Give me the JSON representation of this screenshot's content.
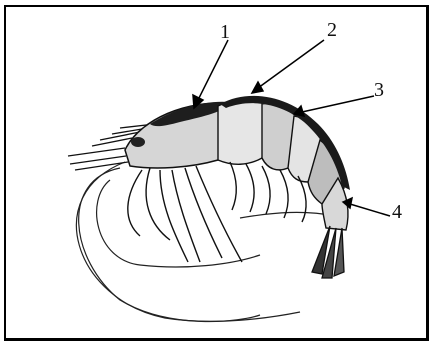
{
  "labels": [
    "1",
    "2",
    "3",
    "4"
  ],
  "colors": {
    "ink": "#111111",
    "shell_light": "#e9e9e9",
    "shell_mid": "#bdbdbd",
    "shell_dark": "#2a2a2a",
    "background": "#ffffff"
  }
}
